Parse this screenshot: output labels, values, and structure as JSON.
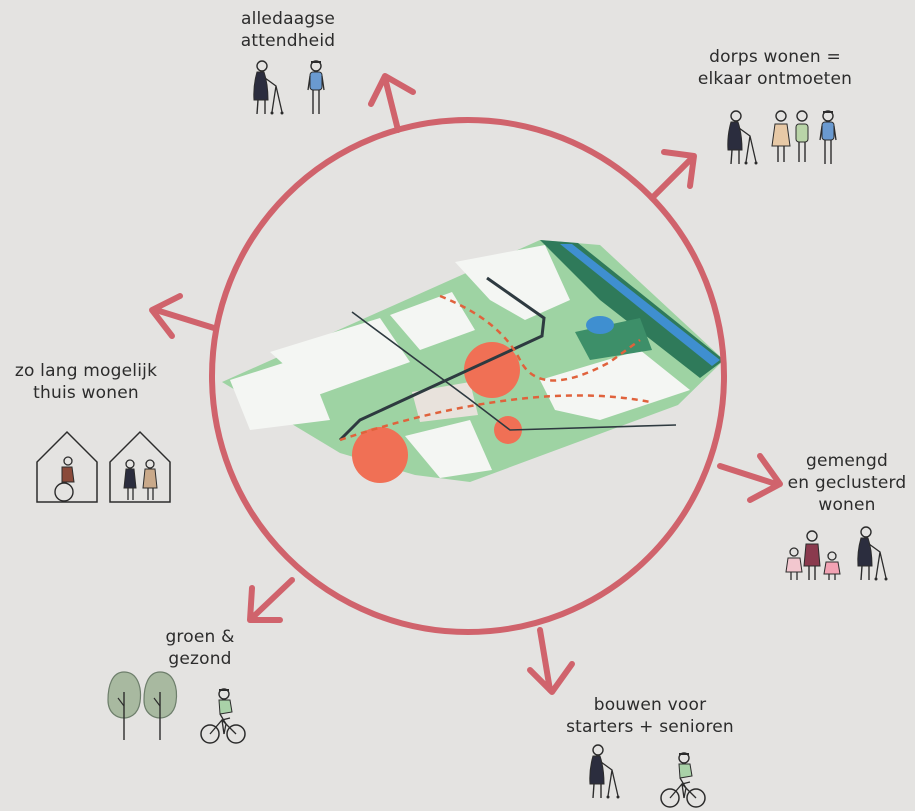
{
  "colors": {
    "background": "#e4e3e1",
    "ring": "#d0636c",
    "map_green": "#8ec996",
    "map_dark_green": "#2f7a5a",
    "map_block": "#f4f6f3",
    "hotspot": "#f07055",
    "water": "#3f8fd0",
    "route": "#2e3a40",
    "route_dashed": "#e0623c"
  },
  "labels": {
    "top": [
      "alledaagse",
      "attendheid"
    ],
    "top_right": [
      "dorps wonen =",
      "elkaar ontmoeten"
    ],
    "left": [
      "zo lang mogelijk",
      "thuis wonen"
    ],
    "right": [
      "gemengd",
      "en geclusterd",
      "wonen"
    ],
    "bottom_left": [
      "groen &",
      "gezond"
    ],
    "bottom": [
      "bouwen voor",
      "starters + senioren"
    ]
  },
  "icons": {
    "top": [
      "elderly-walker-icon",
      "person-icon"
    ],
    "top_right": [
      "elderly-walker-icon",
      "couple-icon",
      "person-icon"
    ],
    "left": [
      "house-wheelchair-icon",
      "house-elderly-couple-icon"
    ],
    "right": [
      "family-icon",
      "elderly-walker-icon"
    ],
    "bottom_left": [
      "tree-icon",
      "tree-icon",
      "cyclist-icon"
    ],
    "bottom": [
      "elderly-walker-icon",
      "cyclist-icon"
    ]
  }
}
